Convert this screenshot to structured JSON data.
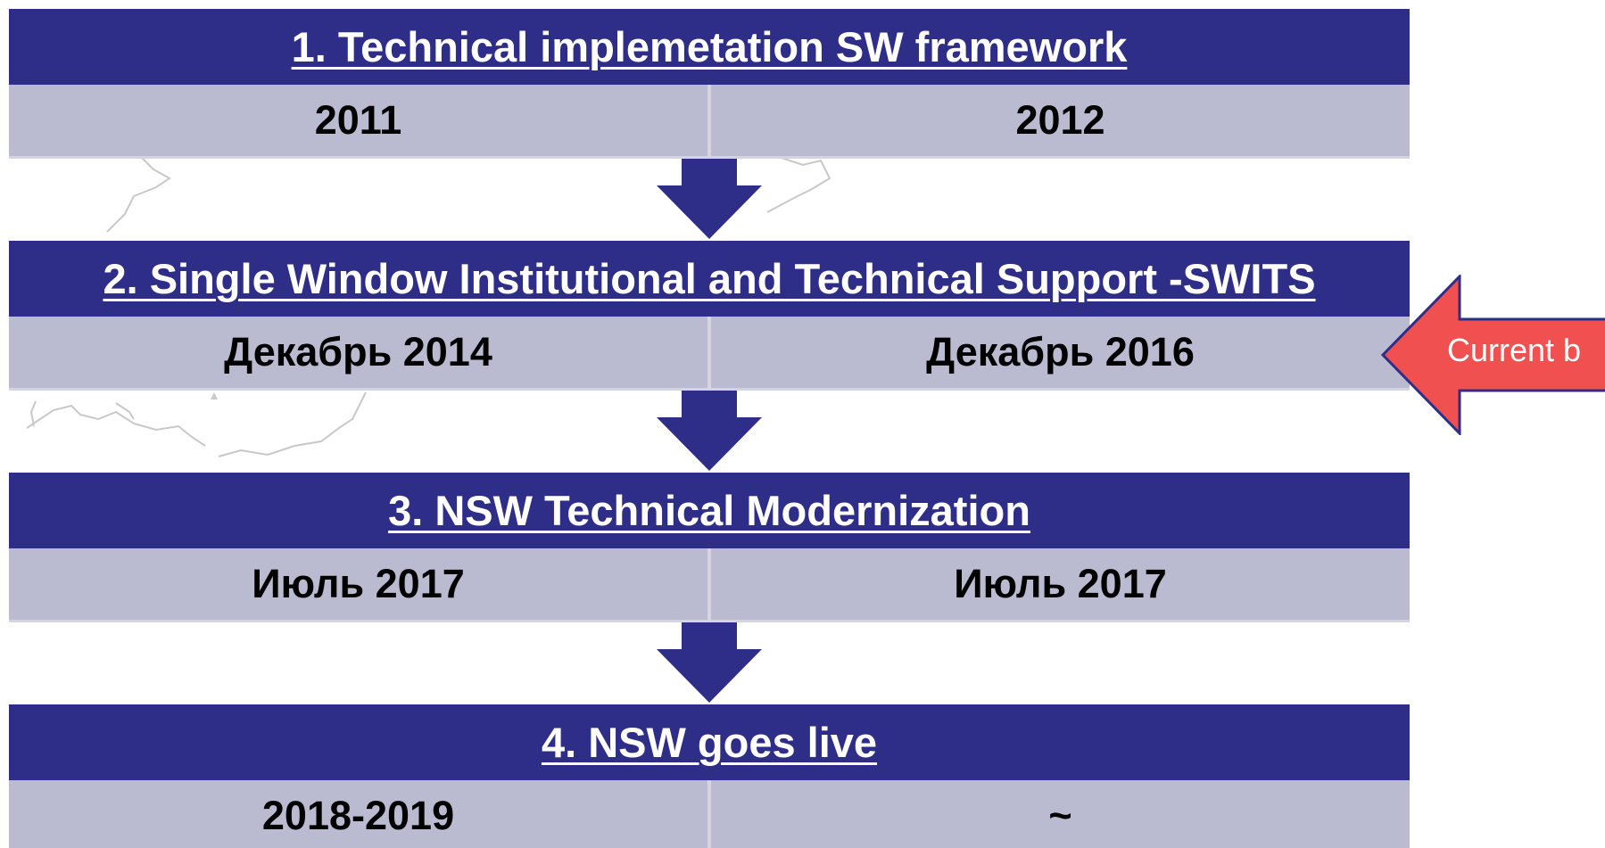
{
  "colors": {
    "header_bg": "#2e2e88",
    "dates_bg": "#babad0",
    "arrow": "#2e2e88",
    "callout_fill": "#f05050",
    "callout_border": "#2e2e88"
  },
  "stages": [
    {
      "title": "1. Technical implemetation SW framework",
      "start": "2011",
      "end": "2012"
    },
    {
      "title": "2. Single Window Institutional and Technical Support -SWITS",
      "start": "Декабрь 2014",
      "end": "Декабрь 2016"
    },
    {
      "title": "3. NSW Technical Modernization",
      "start": "Июль 2017",
      "end": "Июль 2017"
    },
    {
      "title": "4. NSW goes live",
      "start": "2018-2019",
      "end": "~"
    }
  ],
  "callout": {
    "label": "Current b",
    "icon": "left-arrow-icon",
    "points_to_stage": 2
  }
}
